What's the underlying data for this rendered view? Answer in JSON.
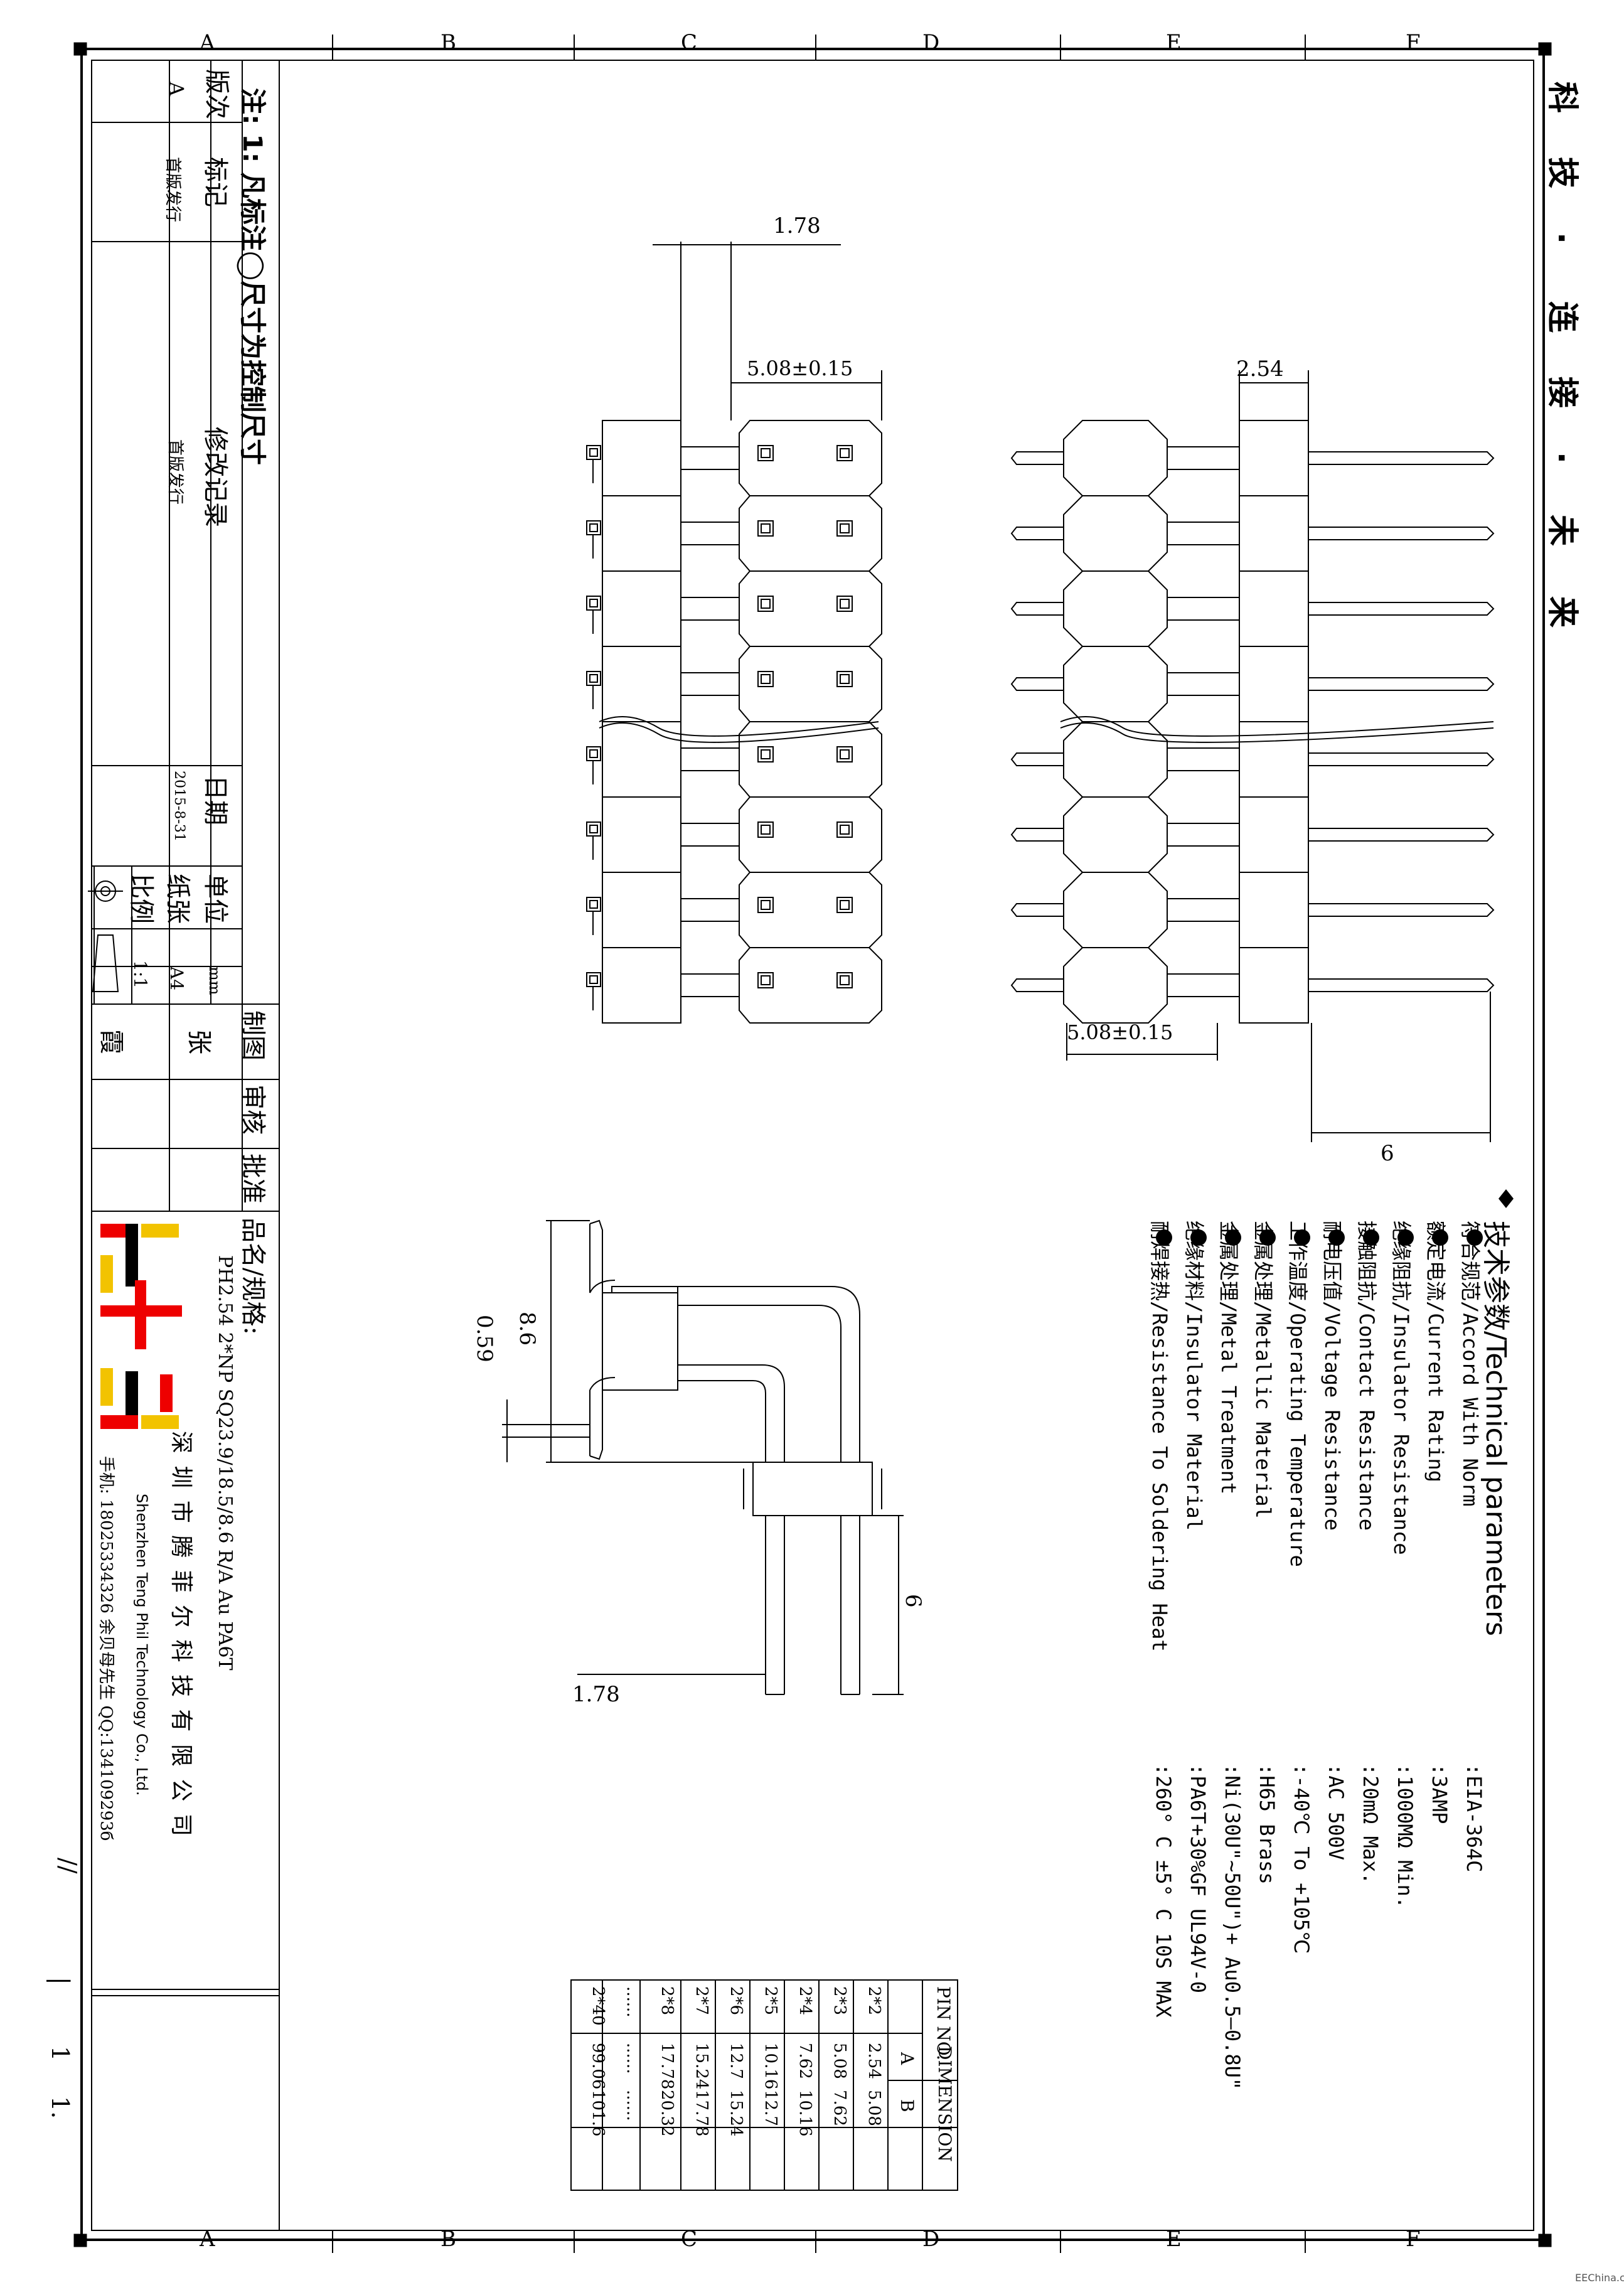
{
  "grid": {
    "cols": [
      "A",
      "B",
      "C",
      "D",
      "E",
      "F"
    ]
  },
  "side_title": [
    "科",
    "技",
    ".",
    "连",
    "接",
    ".",
    "未",
    "来"
  ],
  "dims": {
    "d178_top": "1.78",
    "d508_top": "5.08±0.15",
    "d254": "2.54",
    "d508_bot": "5.08±0.15",
    "d6_right": "6",
    "d86": "8.6",
    "d059": "0.59",
    "d6_side": "6",
    "d178_side": "1.78"
  },
  "title_block": {
    "note": "注: 1: 凡标注◯尺寸为控制尺寸",
    "rev_header": "版次",
    "mark_header": "标记",
    "rev_value": "A",
    "mark_value": "首版发行",
    "record_header": "修改记录",
    "record_value": "首版发行",
    "date_header": "日期",
    "date_value": "2015-8-31",
    "unit_label": "单位",
    "unit_value": "mm",
    "paper_label": "纸张",
    "paper_value": "A4",
    "scale_label": "比例",
    "scale_value": "1:1",
    "drawn_label": "制图",
    "drawn_value": "张",
    "check_label": "审核",
    "check_value": "霞",
    "approve_label": "批准",
    "name_label": "品名/规格:",
    "name_value": "PH2.54 2*NP SQ23.9/18.5/8.6 R/A Au PA6T",
    "company_cn": "深 圳 市 腾 菲 尔 科 技 有 限 公 司",
    "company_en": "Shenzhen Teng Phil Technology Co., Ltd.",
    "contact": "手机: 18025334326 余贝母先生   QQ:134109293б"
  },
  "tech": {
    "header": "技术参数/Technical parameters",
    "rows": [
      {
        "label": "符合规范/Accord With Norm",
        "value": ":EIA-364C"
      },
      {
        "label": "额定电流/Current Rating",
        "value": ":3AMP"
      },
      {
        "label": "绝缘阻抗/Insulator Resistance",
        "value": ":1000MΩ Min."
      },
      {
        "label": "接触阻抗/Contact Resistance",
        "value": ":20mΩ Max."
      },
      {
        "label": "耐电压值/Voltage Resistance",
        "value": ":AC 500V"
      },
      {
        "label": "工作温度/Operating Temperature",
        "value": ":-40℃ To +105℃"
      },
      {
        "label": "金属处理/Metallic Material",
        "value": ":H65 Brass"
      },
      {
        "label": "金属处理/Metal Treatment",
        "value": ":Ni(30U\"~50U\")+ Au0.5—0.8U\""
      },
      {
        "label": "绝缘材料/Insulator Material",
        "value": ":PA6T+30%GF UL94V-0"
      },
      {
        "label": "耐焊接热/Resistance To Soldering Heat",
        "value": ":260° C ±5° C  10S MAX"
      }
    ]
  },
  "pin_table": {
    "h_pin": "PIN NO.",
    "h_dim": "DIMENSION",
    "h_a": "A",
    "h_b": "B",
    "rows": [
      [
        "2*2",
        "2.54",
        "5.08"
      ],
      [
        "2*3",
        "5.08",
        "7.62"
      ],
      [
        "2*4",
        "7.62",
        "10.16"
      ],
      [
        "2*5",
        "10.16",
        "12.7"
      ],
      [
        "2*6",
        "12.7",
        "15.24"
      ],
      [
        "2*7",
        "15.24",
        "17.78"
      ],
      [
        "2*8",
        "17.78",
        "20.32"
      ],
      [
        "......",
        "......",
        "......"
      ],
      [
        "2*40",
        "99.06",
        "101.6"
      ]
    ]
  },
  "footer_marks": [
    "//",
    "|",
    "1",
    "1."
  ],
  "watermark": "EEChina.com"
}
